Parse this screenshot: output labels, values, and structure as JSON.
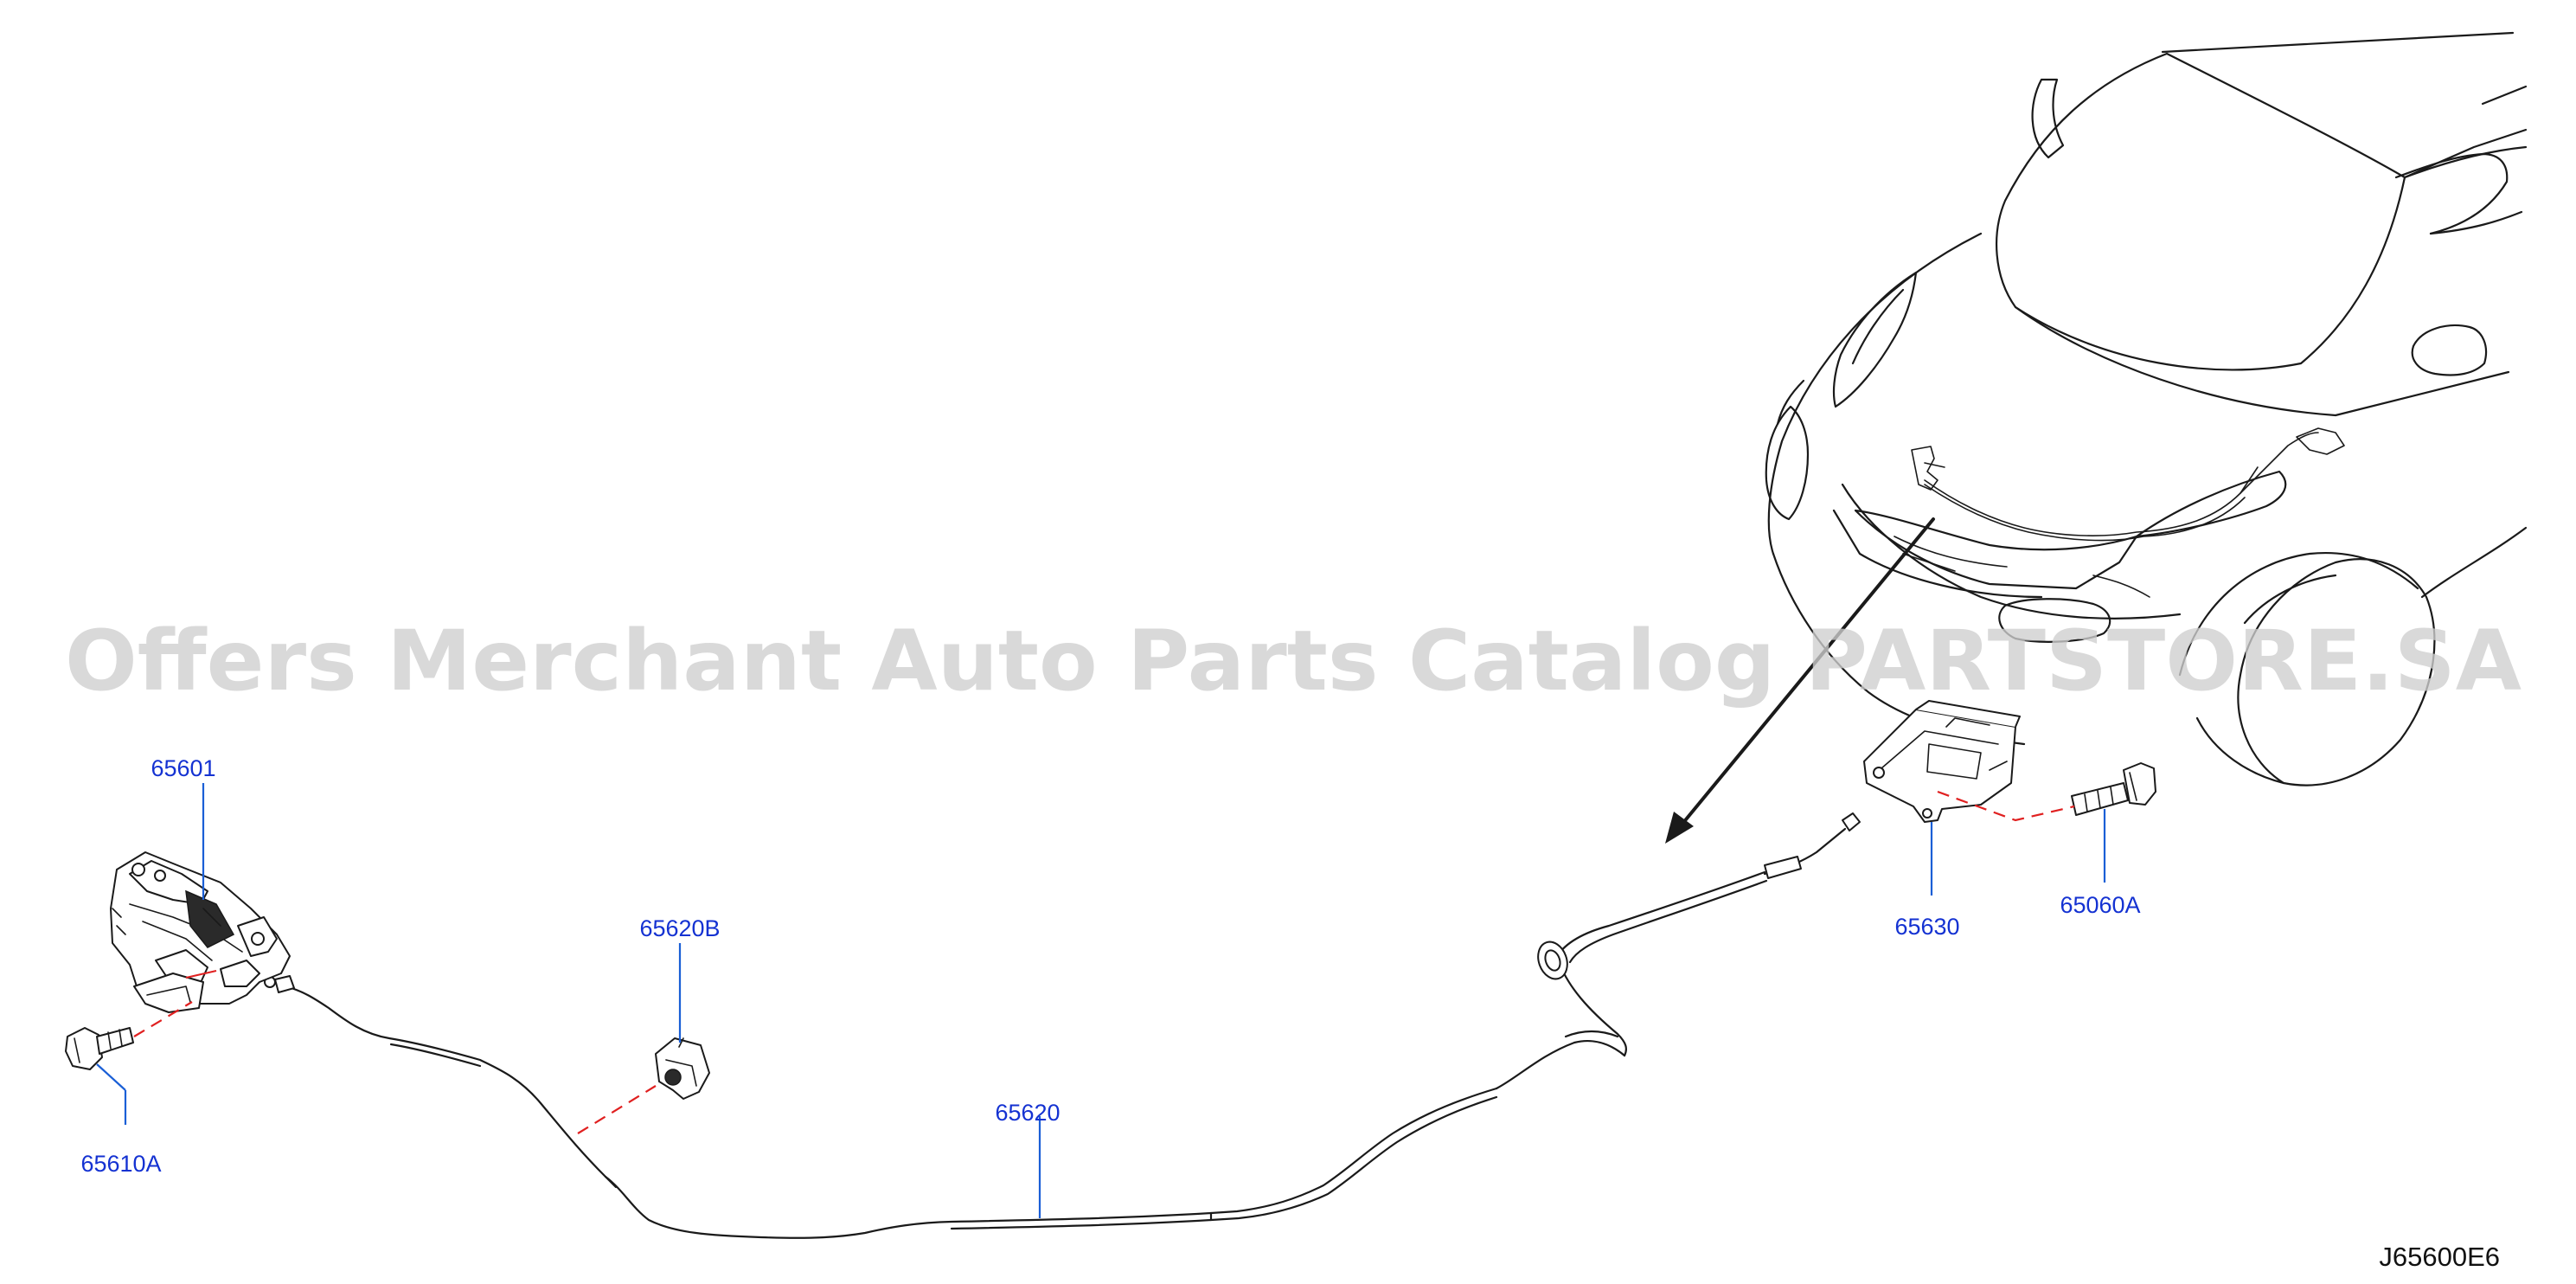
{
  "watermark": "Offers Merchant Auto Parts Catalog PARTSTORE.SA",
  "diagram_code": "J65600E6",
  "callouts": {
    "p65601": "65601",
    "p65610A": "65610A",
    "p65620B": "65620B",
    "p65620": "65620",
    "p65630": "65630",
    "p65060A": "65060A"
  },
  "colors": {
    "callout_text": "#1432d2",
    "leader_line": "#1a5fd6",
    "alignment_dash": "#e02020",
    "drawing_line": "#1a1a1a",
    "watermark": "#cfcfcf"
  }
}
